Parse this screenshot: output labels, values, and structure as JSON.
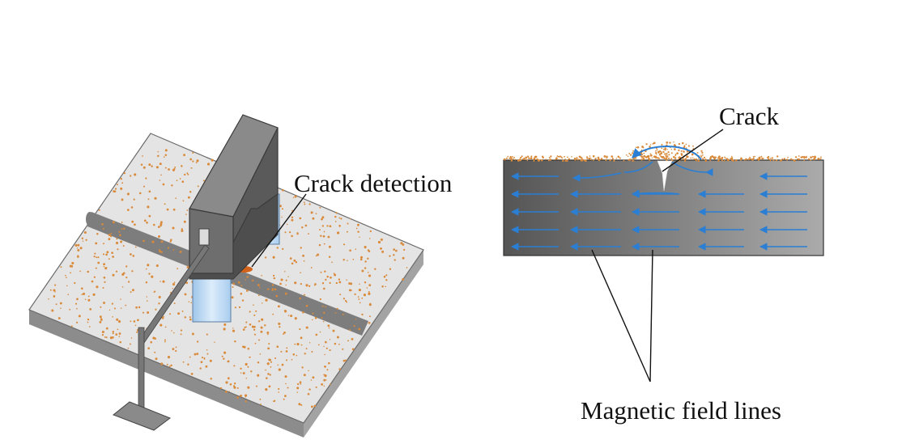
{
  "labels": {
    "crack_detection": "Crack detection",
    "crack": "Crack",
    "magnetic_field_lines": "Magnetic field lines"
  },
  "colors": {
    "particles": "#d98a3a",
    "field_arrow": "#2a7fd4",
    "plate_top": "#e4e4e4",
    "weld_seam": "#7d7d7d",
    "yoke": "#6e6e6e",
    "pole": "#b8d8f4",
    "cross_section_dark": "#555555",
    "cross_section_light": "#a8a8a8"
  },
  "icons": {
    "left_panel": "magnetic-yoke-on-plate",
    "right_panel": "cross-section-field-lines"
  }
}
